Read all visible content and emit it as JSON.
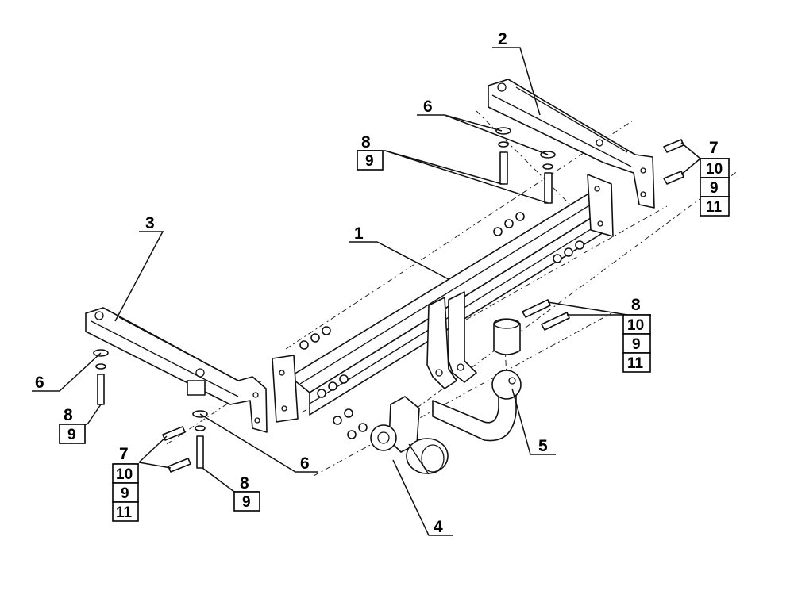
{
  "callouts": {
    "beam": "1",
    "bracket_right": "2",
    "bracket_left": "3",
    "socket_plate": "4",
    "ball_neck": "5",
    "washer_top": "6",
    "washer_left": "6",
    "washer_left_bottom": "6"
  },
  "stacks": {
    "top_right": [
      "7",
      "10",
      "9",
      "11"
    ],
    "top_middle": [
      "8",
      "9"
    ],
    "mid_right": [
      "8",
      "10",
      "9",
      "11"
    ],
    "left_upper": [
      "8",
      "9"
    ],
    "left_lower": [
      "7",
      "10",
      "9",
      "11"
    ],
    "left_center": [
      "8",
      "9"
    ]
  }
}
